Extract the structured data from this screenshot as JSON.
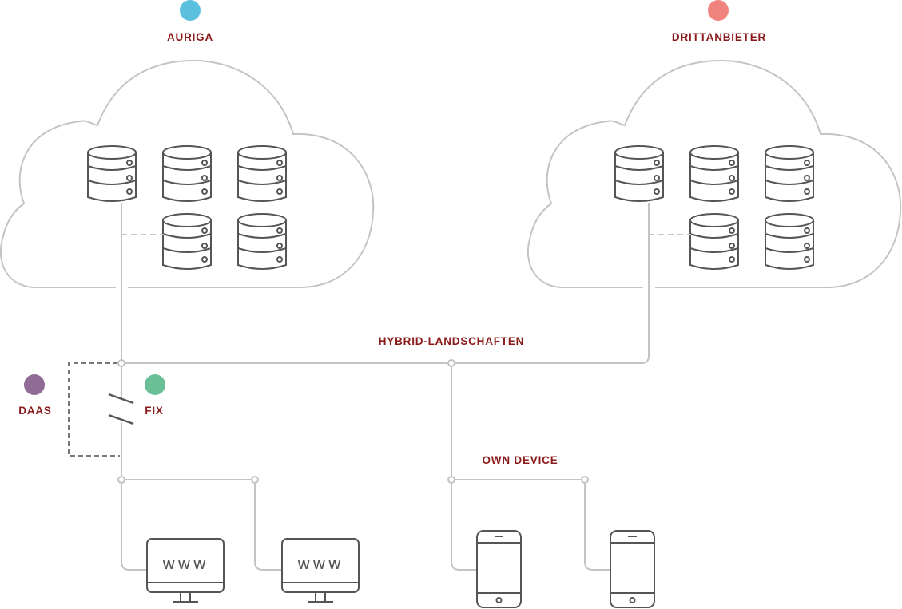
{
  "diagram": {
    "nodes": {
      "auriga": {
        "label": "AURIGA",
        "color": "#5bbfde"
      },
      "drittanbieter": {
        "label": "DRITTANBIETER",
        "color": "#f0837e"
      },
      "daas": {
        "label": "DAAS",
        "color": "#8f6b95"
      },
      "fix": {
        "label": "FIX",
        "color": "#6bbf96"
      }
    },
    "labels": {
      "hybrid": "HYBRID-LANDSCHAFTEN",
      "own_device": "OWN DEVICE"
    },
    "clouds": [
      {
        "name": "auriga-cloud",
        "servers": 5
      },
      {
        "name": "drittanbieter-cloud",
        "servers": 5
      }
    ],
    "devices": {
      "monitors": [
        {
          "screen_text": "www"
        },
        {
          "screen_text": "www"
        }
      ],
      "phones": 2
    },
    "colors": {
      "label_text": "#8b1a1a",
      "connector": "#c4c4c4",
      "icon_stroke": "#555555",
      "dashed": "#777777"
    }
  }
}
